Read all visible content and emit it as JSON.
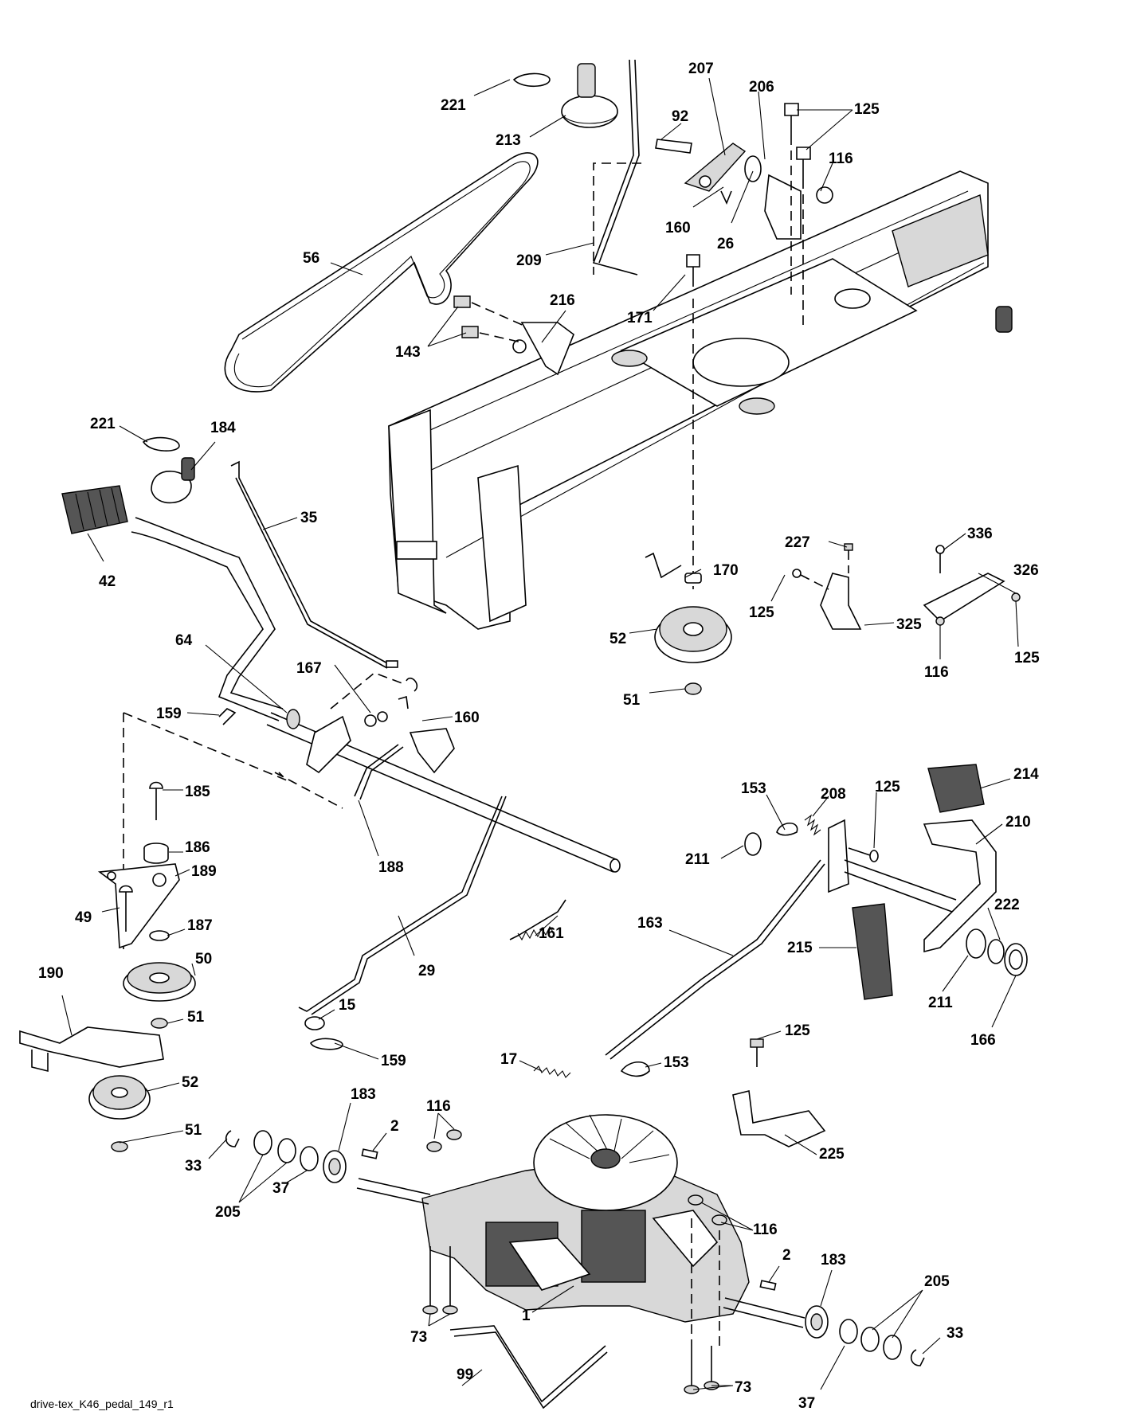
{
  "caption": "drive-tex_K46_pedal_149_r1",
  "labels": [
    {
      "id": "221-top",
      "text": "221"
    },
    {
      "id": "213",
      "text": "213"
    },
    {
      "id": "207",
      "text": "207"
    },
    {
      "id": "206",
      "text": "206"
    },
    {
      "id": "92",
      "text": "92"
    },
    {
      "id": "125-top",
      "text": "125"
    },
    {
      "id": "116-top",
      "text": "116"
    },
    {
      "id": "160-top",
      "text": "160"
    },
    {
      "id": "26",
      "text": "26"
    },
    {
      "id": "56",
      "text": "56"
    },
    {
      "id": "209",
      "text": "209"
    },
    {
      "id": "216",
      "text": "216"
    },
    {
      "id": "143",
      "text": "143"
    },
    {
      "id": "171",
      "text": "171"
    },
    {
      "id": "221-mid",
      "text": "221"
    },
    {
      "id": "184",
      "text": "184"
    },
    {
      "id": "35",
      "text": "35"
    },
    {
      "id": "42",
      "text": "42"
    },
    {
      "id": "170",
      "text": "170"
    },
    {
      "id": "227",
      "text": "227"
    },
    {
      "id": "336",
      "text": "336"
    },
    {
      "id": "326",
      "text": "326"
    },
    {
      "id": "125-b1",
      "text": "125"
    },
    {
      "id": "325",
      "text": "325"
    },
    {
      "id": "52-mid",
      "text": "52"
    },
    {
      "id": "125-b2",
      "text": "125"
    },
    {
      "id": "116-mid",
      "text": "116"
    },
    {
      "id": "64",
      "text": "64"
    },
    {
      "id": "167",
      "text": "167"
    },
    {
      "id": "51-mid",
      "text": "51"
    },
    {
      "id": "159-top",
      "text": "159"
    },
    {
      "id": "160-mid",
      "text": "160"
    },
    {
      "id": "185",
      "text": "185"
    },
    {
      "id": "153-top",
      "text": "153"
    },
    {
      "id": "208",
      "text": "208"
    },
    {
      "id": "125-pedal",
      "text": "125"
    },
    {
      "id": "214",
      "text": "214"
    },
    {
      "id": "186",
      "text": "186"
    },
    {
      "id": "188",
      "text": "188"
    },
    {
      "id": "210",
      "text": "210"
    },
    {
      "id": "211-top",
      "text": "211"
    },
    {
      "id": "189",
      "text": "189"
    },
    {
      "id": "49",
      "text": "49"
    },
    {
      "id": "187",
      "text": "187"
    },
    {
      "id": "161",
      "text": "161"
    },
    {
      "id": "163",
      "text": "163"
    },
    {
      "id": "222",
      "text": "222"
    },
    {
      "id": "50",
      "text": "50"
    },
    {
      "id": "215",
      "text": "215"
    },
    {
      "id": "29",
      "text": "29"
    },
    {
      "id": "190",
      "text": "190"
    },
    {
      "id": "211-bot",
      "text": "211"
    },
    {
      "id": "15",
      "text": "15"
    },
    {
      "id": "51-low",
      "text": "51"
    },
    {
      "id": "166",
      "text": "166"
    },
    {
      "id": "159-bot",
      "text": "159"
    },
    {
      "id": "125-plate",
      "text": "125"
    },
    {
      "id": "17",
      "text": "17"
    },
    {
      "id": "153-bot",
      "text": "153"
    },
    {
      "id": "52-low",
      "text": "52"
    },
    {
      "id": "183-left",
      "text": "183"
    },
    {
      "id": "116-axle",
      "text": "116"
    },
    {
      "id": "2-left",
      "text": "2"
    },
    {
      "id": "51-bot",
      "text": "51"
    },
    {
      "id": "225",
      "text": "225"
    },
    {
      "id": "33-left",
      "text": "33"
    },
    {
      "id": "37-left",
      "text": "37"
    },
    {
      "id": "205-left",
      "text": "205"
    },
    {
      "id": "116-right",
      "text": "116"
    },
    {
      "id": "183-right",
      "text": "183"
    },
    {
      "id": "2-right",
      "text": "2"
    },
    {
      "id": "205-right",
      "text": "205"
    },
    {
      "id": "1",
      "text": "1"
    },
    {
      "id": "73-left",
      "text": "73"
    },
    {
      "id": "33-right",
      "text": "33"
    },
    {
      "id": "99",
      "text": "99"
    },
    {
      "id": "73-right",
      "text": "73"
    },
    {
      "id": "37-right",
      "text": "37"
    }
  ]
}
